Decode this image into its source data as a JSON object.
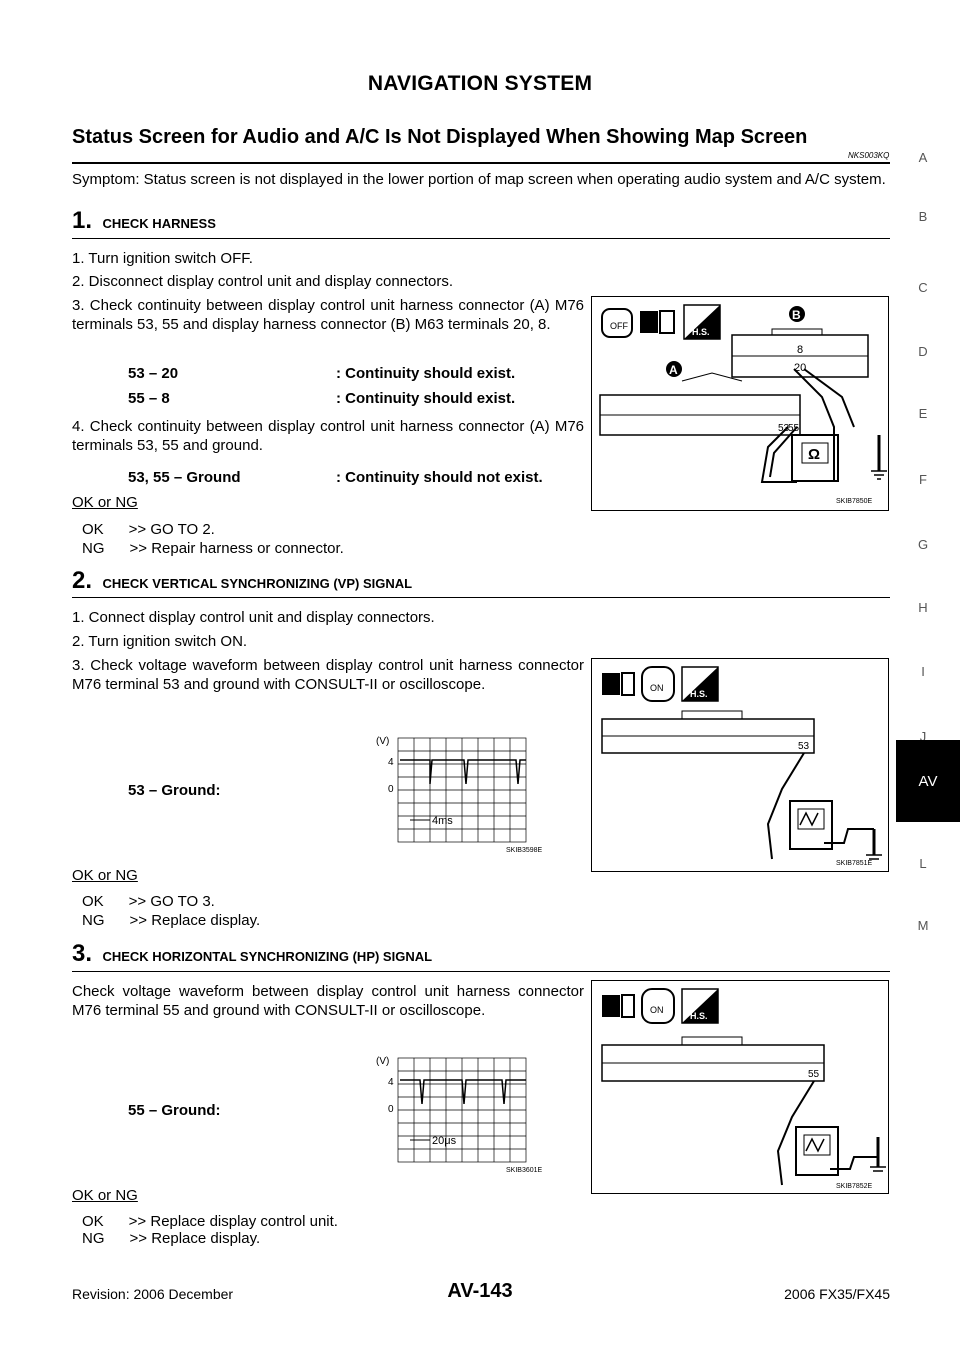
{
  "header": {
    "title": "NAVIGATION SYSTEM"
  },
  "section": {
    "title": "Status Screen for Audio and A/C Is Not Displayed When Showing Map Screen",
    "code": "NKS003KQ",
    "symptom": "Symptom: Status screen is not displayed in the lower portion of map screen when operating audio system and A/C system."
  },
  "step1": {
    "number": "1.",
    "heading": "CHECK HARNESS",
    "items": [
      "1. Turn ignition switch OFF.",
      "2. Disconnect display control unit and display connectors.",
      "3. Check continuity between display control unit harness connector (A) M76 terminals 53, 55 and display harness connector (B) M63 terminals 20, 8.",
      "4. Check continuity between display control unit harness connector (A) M76 terminals 53, 55 and ground."
    ],
    "checks": [
      {
        "terminals": "53 – 20",
        "result": ": Continuity should exist."
      },
      {
        "terminals": "55 – 8",
        "result": ": Continuity should exist."
      },
      {
        "terminals": "53, 55 – Ground",
        "result": ": Continuity should not exist."
      }
    ],
    "okng": "OK or NG",
    "ok": "OK      >> GO TO 2.",
    "ng": "NG      >> Repair harness or connector.",
    "figure": {
      "id": "SKIB7850E",
      "labels": {
        "a": "A",
        "b": "B",
        "t8": "8",
        "t20": "20",
        "t53": "53",
        "t55": "55",
        "ohm": "Ω",
        "off": "OFF",
        "hs": "H.S."
      }
    }
  },
  "step2": {
    "number": "2.",
    "heading": "CHECK VERTICAL SYNCHRONIZING (VP) SIGNAL",
    "items": [
      "1. Connect display control unit and display connectors.",
      "2. Turn ignition switch ON.",
      "3. Check voltage waveform between display control unit harness connector M76 terminal 53 and ground with CONSULT-II or oscilloscope."
    ],
    "measure": "53 – Ground:",
    "wave": {
      "id": "SKIB3598E",
      "unit": "(V)",
      "y4": "4",
      "y0": "0",
      "time": "4ms"
    },
    "figure": {
      "id": "SKIB7851E",
      "terminal": "53",
      "on": "ON",
      "hs": "H.S."
    },
    "okng": "OK or NG",
    "ok": "OK      >> GO TO 3.",
    "ng": "NG      >> Replace display."
  },
  "step3": {
    "number": "3.",
    "heading": "CHECK HORIZONTAL SYNCHRONIZING (HP) SIGNAL",
    "text": "Check voltage waveform between display control unit harness connector M76 terminal 55 and ground with CONSULT-II or oscilloscope.",
    "measure": "55 – Ground:",
    "wave": {
      "id": "SKIB3601E",
      "unit": "(V)",
      "y4": "4",
      "y0": "0",
      "time": "20μs"
    },
    "figure": {
      "id": "SKIB7852E",
      "terminal": "55",
      "on": "ON",
      "hs": "H.S."
    },
    "okng": "OK or NG",
    "ok": "OK      >> Replace display control unit.",
    "ng": "NG      >> Replace display."
  },
  "side_index": [
    "A",
    "B",
    "C",
    "D",
    "E",
    "F",
    "G",
    "H",
    "I",
    "J",
    "AV",
    "L",
    "M"
  ],
  "footer": {
    "revision": "Revision: 2006 December",
    "page": "AV-143",
    "model": "2006 FX35/FX45"
  }
}
